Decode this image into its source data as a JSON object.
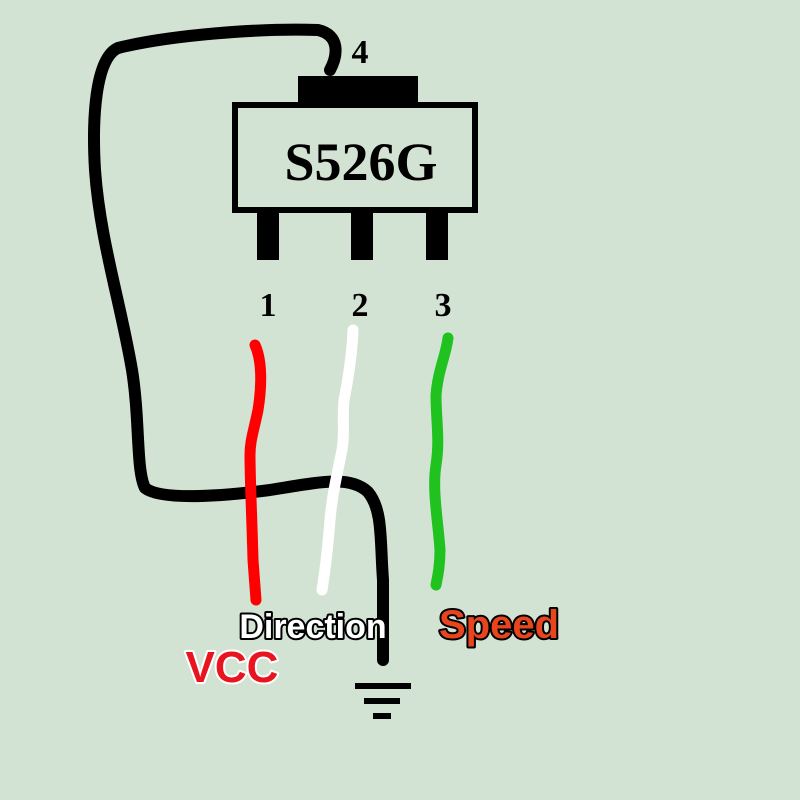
{
  "chip": {
    "label": "S526G"
  },
  "pins": {
    "pin1": "1",
    "pin2": "2",
    "pin3": "3",
    "pin4": "4"
  },
  "signals": {
    "vcc": "VCC",
    "direction": "Direction",
    "speed": "Speed"
  },
  "colors": {
    "background": "#d3e3d3",
    "vcc_wire": "#ff0000",
    "direction_wire": "#ffffff",
    "speed_wire": "#1fc21f",
    "ground_wire": "#000000",
    "vcc_label": "#e8141e",
    "speed_label": "#e8441e"
  }
}
